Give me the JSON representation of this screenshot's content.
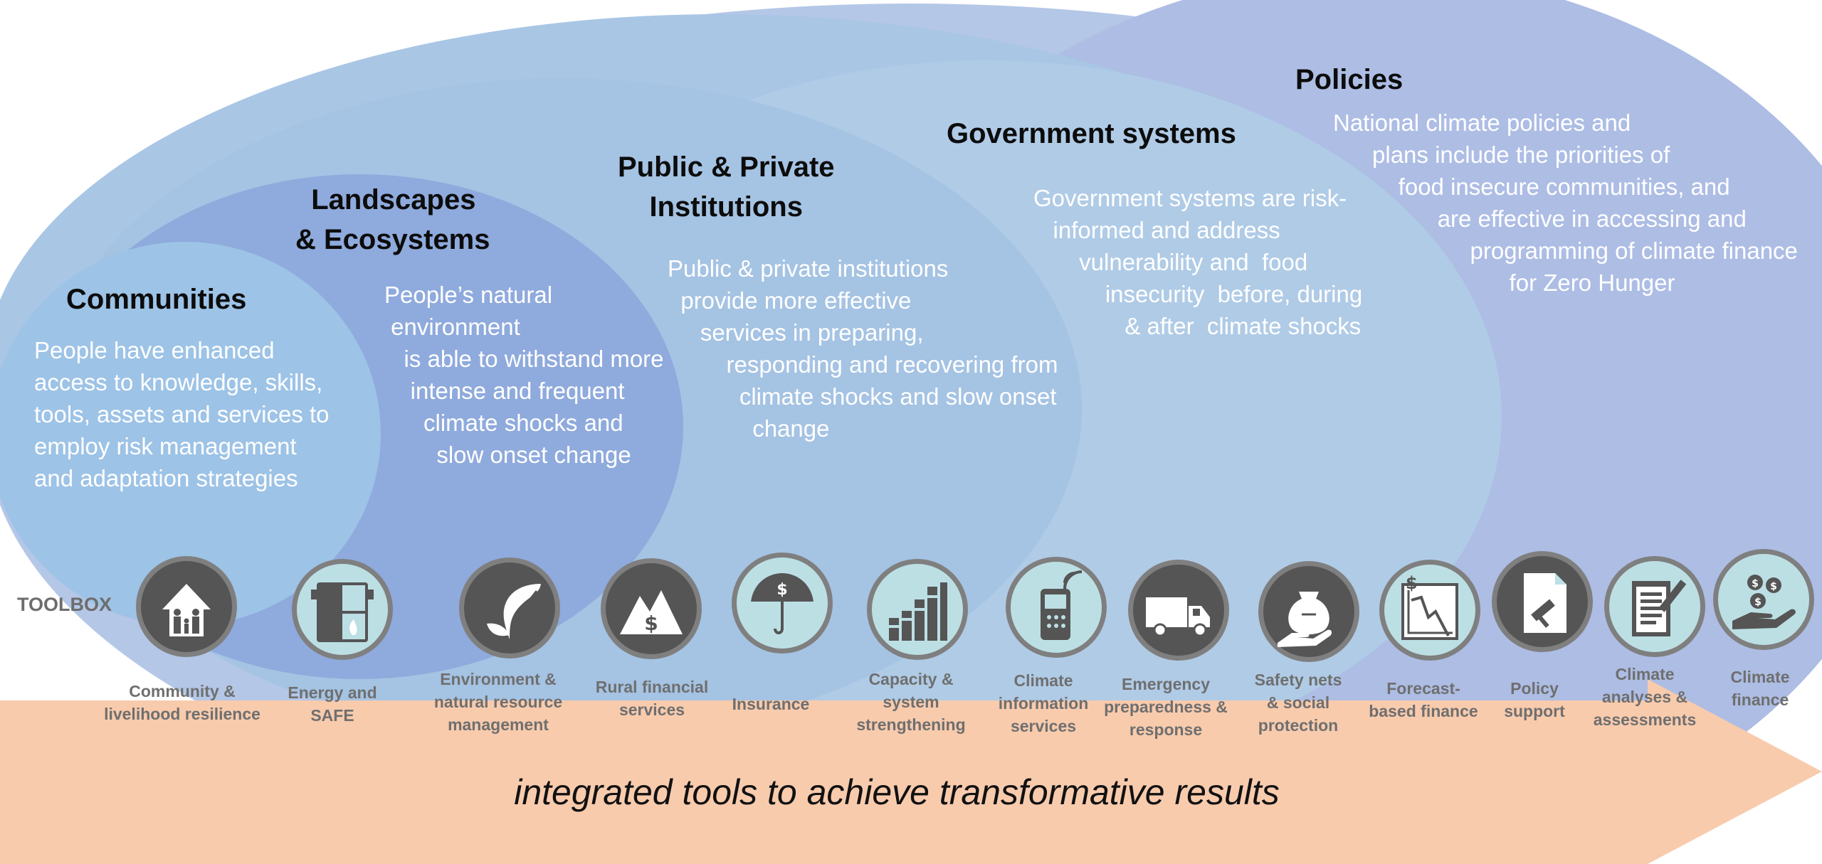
{
  "colors": {
    "outer_ellipse": "#b4c7e7",
    "policies_ellipse": "#adbde4",
    "government_ellipse": "#b0cbe6",
    "institutions_ellipse": "#a5c3e3",
    "landscapes_ellipse": "#8faadc",
    "communities_ellipse": "#9dc3e6",
    "arrow": "#f8cbad",
    "icon_ring": "#7f7f7f",
    "icon_dark": "#555555",
    "icon_light": "#bcdfe4"
  },
  "levels": {
    "communities": {
      "title": "Communities",
      "body": "People have enhanced\naccess to knowledge, skills,\ntools, assets and services to\nemploy risk management\nand adaptation strategies"
    },
    "landscapes": {
      "title": "  Landscapes\n& Ecosystems",
      "body": "People’s natural\n environment\n   is able to withstand more\n    intense and frequent\n      climate shocks and\n        slow onset change"
    },
    "institutions": {
      "title": "Public & Private\n    Institutions",
      "body": "Public & private institutions\n  provide more effective\n     services in preparing,\n         responding and recovering from\n           climate shocks and slow onset\n             change"
    },
    "government": {
      "title": "Government systems",
      "body": "Government systems are risk-\n   informed and address\n       vulnerability and  food\n           insecurity  before, during\n              & after  climate shocks"
    },
    "policies": {
      "title": "Policies",
      "body": "National climate policies and\n      plans include the priorities of\n          food insecure communities, and\n                are effective in accessing and\n                     programming of climate finance\n                           for Zero Hunger"
    }
  },
  "toolbox": {
    "label": "TOOLBOX",
    "tools": [
      {
        "icon": "family-house-icon",
        "label": "Community &\nlivelihood resilience"
      },
      {
        "icon": "cookstove-icon",
        "label": "Energy and\nSAFE"
      },
      {
        "icon": "leaf-icon",
        "label": "Environment &\nnatural resource\nmanagement"
      },
      {
        "icon": "mountain-dollar-icon",
        "label": "Rural financial\nservices"
      },
      {
        "icon": "umbrella-icon",
        "label": "Insurance"
      },
      {
        "icon": "bar-steps-icon",
        "label": "Capacity &\nsystem\nstrengthening"
      },
      {
        "icon": "radio-icon",
        "label": "Climate\ninformation\nservices"
      },
      {
        "icon": "truck-icon",
        "label": "Emergency\npreparedness &\nresponse"
      },
      {
        "icon": "food-bag-hand-icon",
        "label": "Safety nets\n& social\nprotection"
      },
      {
        "icon": "forecast-chart-icon",
        "label": "Forecast-\nbased finance"
      },
      {
        "icon": "document-gavel-icon",
        "label": "Policy\nsupport"
      },
      {
        "icon": "clipboard-pen-icon",
        "label": "Climate\nanalyses &\nassessments"
      },
      {
        "icon": "coins-hand-icon",
        "label": "Climate\nfinance"
      }
    ]
  },
  "footer": "integrated tools to achieve transformative results"
}
